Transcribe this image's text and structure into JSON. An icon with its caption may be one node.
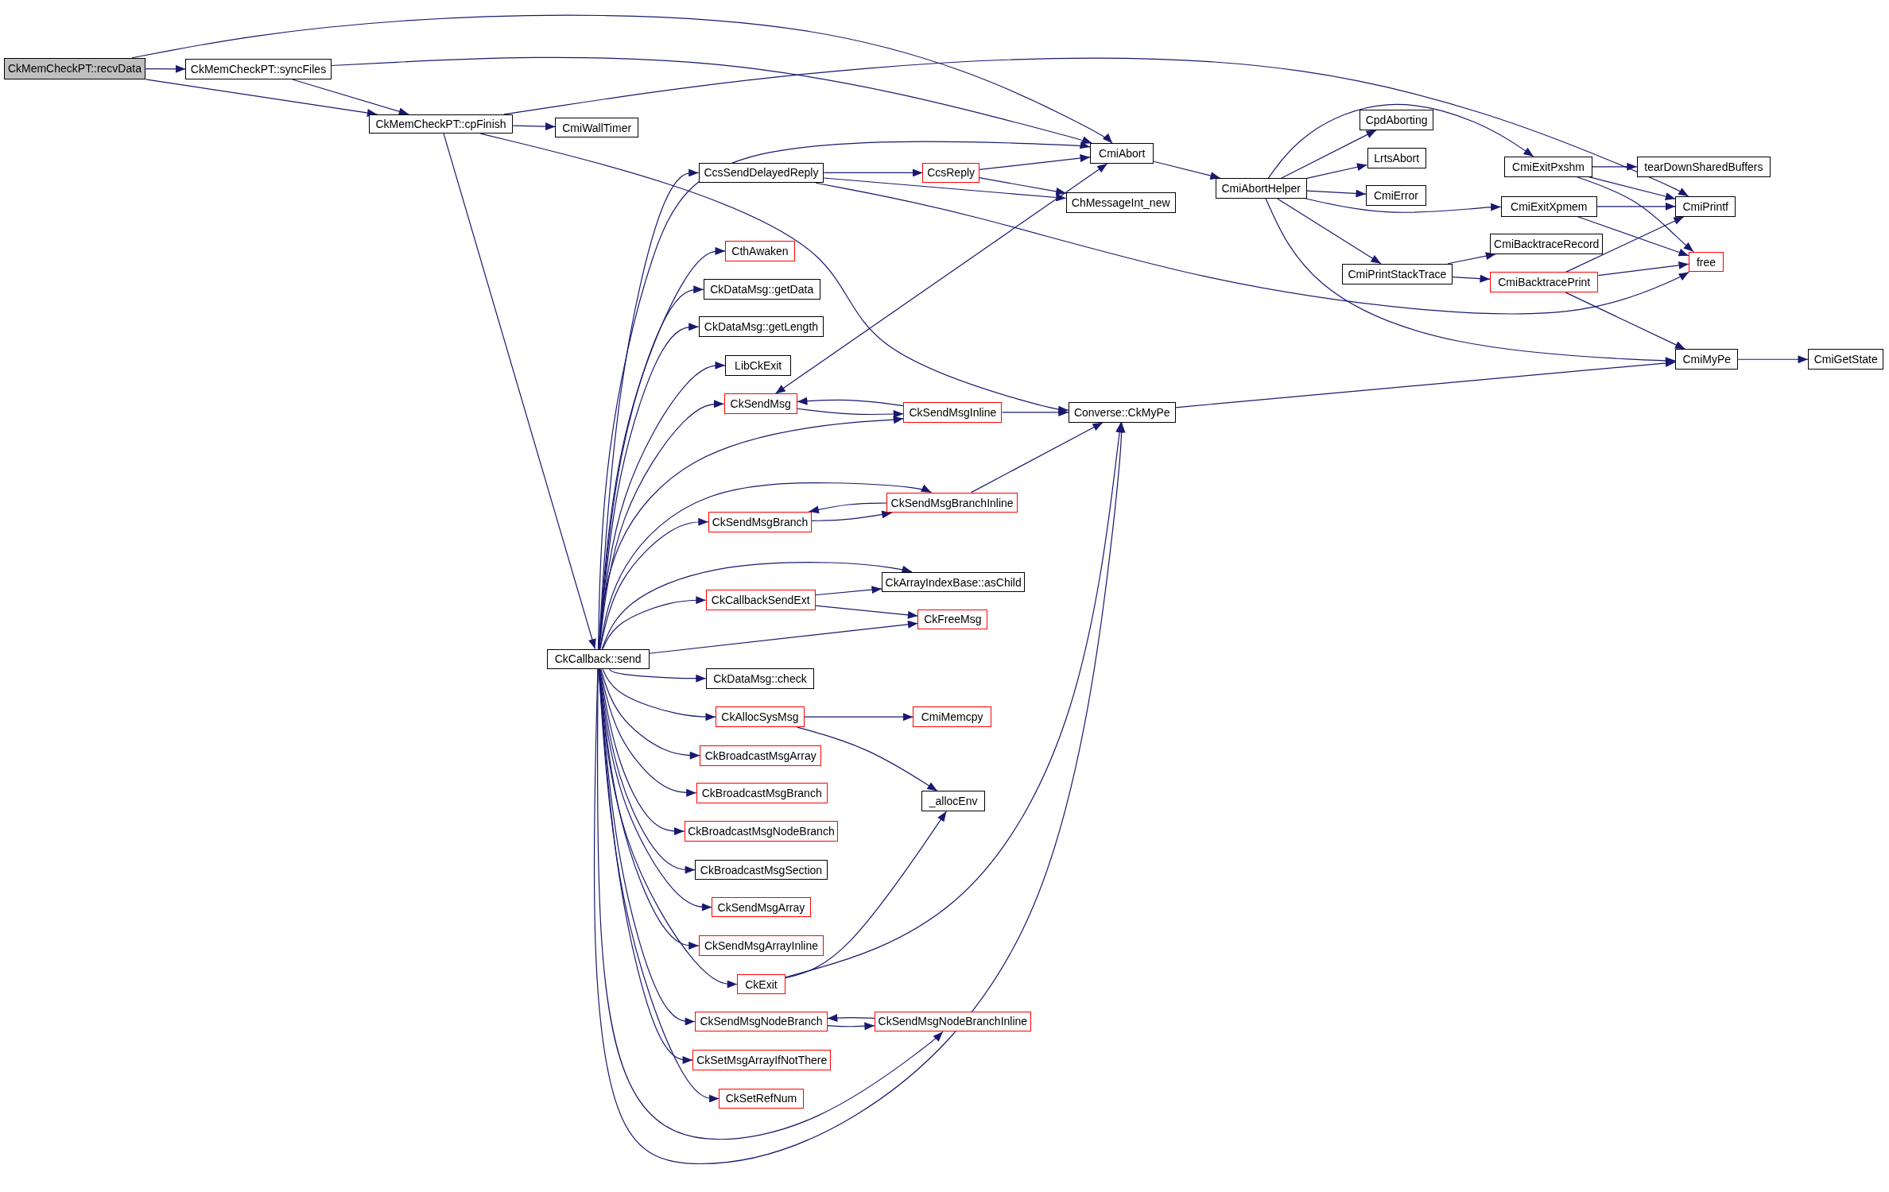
{
  "diagram": {
    "nodes": [
      {
        "text": [
          "CkMemCheckPT::recvData"
        ]
      },
      {
        "text": [
          "CkMemCheckPT::syncFiles"
        ]
      },
      {
        "text": [
          "CkMemCheckPT::cpFinish"
        ]
      },
      {
        "text": [
          "CmiWallTimer"
        ]
      },
      {
        "text": [
          "CmiAbort"
        ]
      },
      {
        "text": [
          "CcsSendDelayedReply"
        ]
      },
      {
        "text": [
          "CcsReply"
        ]
      },
      {
        "text": [
          "ChMessageInt_new"
        ]
      },
      {
        "text": [
          "CmiAbortHelper"
        ]
      },
      {
        "text": [
          "CpdAborting"
        ]
      },
      {
        "text": [
          "LrtsAbort"
        ]
      },
      {
        "text": [
          "CmiError"
        ]
      },
      {
        "text": [
          "CmiExitPxshm"
        ]
      },
      {
        "text": [
          "tearDownSharedBuffers"
        ]
      },
      {
        "text": [
          "CmiExitXpmem"
        ]
      },
      {
        "text": [
          "CmiPrintf"
        ]
      },
      {
        "text": [
          "free"
        ]
      },
      {
        "text": [
          "CmiPrintStackTrace"
        ]
      },
      {
        "text": [
          "CmiBacktraceRecord"
        ]
      },
      {
        "text": [
          "CmiBacktracePrint"
        ]
      },
      {
        "text": [
          "CmiMyPe"
        ]
      },
      {
        "text": [
          "CmiGetState"
        ]
      },
      {
        "text": [
          "CthAwaken"
        ]
      },
      {
        "text": [
          "CkDataMsg::getData"
        ]
      },
      {
        "text": [
          "CkDataMsg::getLength"
        ]
      },
      {
        "text": [
          "LibCkExit"
        ]
      },
      {
        "text": [
          "CkSendMsg"
        ]
      },
      {
        "text": [
          "CkSendMsgInline"
        ]
      },
      {
        "text": [
          "Converse::CkMyPe"
        ]
      },
      {
        "text": [
          "CkSendMsgBranchInline"
        ]
      },
      {
        "text": [
          "CkSendMsgBranch"
        ]
      },
      {
        "text": [
          "CkArrayIndexBase::asChild"
        ]
      },
      {
        "text": [
          "CkCallbackSendExt"
        ]
      },
      {
        "text": [
          "CkFreeMsg"
        ]
      },
      {
        "text": [
          "CkCallback::send"
        ]
      },
      {
        "text": [
          "CkDataMsg::check"
        ]
      },
      {
        "text": [
          "CkAllocSysMsg"
        ]
      },
      {
        "text": [
          "CmiMemcpy"
        ]
      },
      {
        "text": [
          "CkBroadcastMsgArray"
        ]
      },
      {
        "text": [
          "CkBroadcastMsgBranch"
        ]
      },
      {
        "text": [
          "_allocEnv"
        ]
      },
      {
        "text": [
          "CkBroadcastMsgNodeBranch"
        ]
      },
      {
        "text": [
          "CkBroadcastMsgSection"
        ]
      },
      {
        "text": [
          "CkSendMsgArray"
        ]
      },
      {
        "text": [
          "CkSendMsgArrayInline"
        ]
      },
      {
        "text": [
          "CkExit"
        ]
      },
      {
        "text": [
          "CkSendMsgNodeBranch"
        ]
      },
      {
        "text": [
          "CkSendMsgNodeBranchInline"
        ]
      },
      {
        "text": [
          "CkSetMsgArrayIfNotThere"
        ]
      },
      {
        "text": [
          "CkSetRefNum"
        ]
      }
    ],
    "edges": [
      {
        "from": 0,
        "to": 1,
        "arrow": "to"
      },
      {
        "from": 0,
        "to": 2,
        "arrow": "to"
      },
      {
        "from": 0,
        "to": 4,
        "arrow": "to"
      },
      {
        "from": 1,
        "to": 2,
        "arrow": "to"
      },
      {
        "from": 1,
        "to": 4,
        "arrow": "to"
      },
      {
        "from": 2,
        "to": 3,
        "arrow": "to"
      },
      {
        "from": 2,
        "to": 15,
        "arrow": "to"
      },
      {
        "from": 2,
        "to": 34,
        "arrow": "to"
      },
      {
        "from": 2,
        "to": 28,
        "arrow": "to"
      },
      {
        "from": 34,
        "to": 4,
        "arrow": "to"
      },
      {
        "from": 34,
        "to": 5,
        "arrow": "to"
      },
      {
        "from": 34,
        "to": 22,
        "arrow": "to"
      },
      {
        "from": 34,
        "to": 23,
        "arrow": "to"
      },
      {
        "from": 34,
        "to": 24,
        "arrow": "to"
      },
      {
        "from": 34,
        "to": 25,
        "arrow": "to"
      },
      {
        "from": 34,
        "to": 26,
        "arrow": "to"
      },
      {
        "from": 34,
        "to": 27,
        "arrow": "to"
      },
      {
        "from": 34,
        "to": 30,
        "arrow": "to"
      },
      {
        "from": 34,
        "to": 29,
        "arrow": "to"
      },
      {
        "from": 34,
        "to": 32,
        "arrow": "to"
      },
      {
        "from": 34,
        "to": 31,
        "arrow": "to"
      },
      {
        "from": 34,
        "to": 33,
        "arrow": "to"
      },
      {
        "from": 34,
        "to": 35,
        "arrow": "to"
      },
      {
        "from": 34,
        "to": 36,
        "arrow": "to"
      },
      {
        "from": 34,
        "to": 38,
        "arrow": "to"
      },
      {
        "from": 34,
        "to": 39,
        "arrow": "to"
      },
      {
        "from": 34,
        "to": 41,
        "arrow": "to"
      },
      {
        "from": 34,
        "to": 42,
        "arrow": "to"
      },
      {
        "from": 34,
        "to": 43,
        "arrow": "to"
      },
      {
        "from": 34,
        "to": 44,
        "arrow": "to"
      },
      {
        "from": 34,
        "to": 45,
        "arrow": "to"
      },
      {
        "from": 34,
        "to": 46,
        "arrow": "to"
      },
      {
        "from": 34,
        "to": 48,
        "arrow": "to"
      },
      {
        "from": 34,
        "to": 49,
        "arrow": "to"
      },
      {
        "from": 34,
        "to": 47,
        "arrow": "to"
      },
      {
        "from": 34,
        "to": 28,
        "arrow": "to"
      },
      {
        "from": 5,
        "to": 6,
        "arrow": "to"
      },
      {
        "from": 5,
        "to": 7,
        "arrow": "to"
      },
      {
        "from": 5,
        "to": 16,
        "arrow": "to"
      },
      {
        "from": 6,
        "to": 4,
        "arrow": "to"
      },
      {
        "from": 6,
        "to": 7,
        "arrow": "to"
      },
      {
        "from": 4,
        "to": 8,
        "arrow": "to"
      },
      {
        "from": 8,
        "to": 9,
        "arrow": "to"
      },
      {
        "from": 8,
        "to": 10,
        "arrow": "to"
      },
      {
        "from": 8,
        "to": 11,
        "arrow": "to"
      },
      {
        "from": 8,
        "to": 12,
        "arrow": "to"
      },
      {
        "from": 8,
        "to": 14,
        "arrow": "to"
      },
      {
        "from": 8,
        "to": 17,
        "arrow": "to"
      },
      {
        "from": 8,
        "to": 20,
        "arrow": "to"
      },
      {
        "from": 12,
        "to": 13,
        "arrow": "to"
      },
      {
        "from": 12,
        "to": 15,
        "arrow": "to"
      },
      {
        "from": 12,
        "to": 16,
        "arrow": "to"
      },
      {
        "from": 14,
        "to": 15,
        "arrow": "to"
      },
      {
        "from": 14,
        "to": 16,
        "arrow": "to"
      },
      {
        "from": 17,
        "to": 18,
        "arrow": "to"
      },
      {
        "from": 17,
        "to": 19,
        "arrow": "to"
      },
      {
        "from": 19,
        "to": 15,
        "arrow": "to"
      },
      {
        "from": 19,
        "to": 16,
        "arrow": "to"
      },
      {
        "from": 19,
        "to": 20,
        "arrow": "to"
      },
      {
        "from": 20,
        "to": 21,
        "arrow": "to"
      },
      {
        "from": 28,
        "to": 20,
        "arrow": "to"
      },
      {
        "from": 26,
        "to": 4,
        "arrow": "both"
      },
      {
        "from": 26,
        "to": 27,
        "arrow": "to"
      },
      {
        "from": 27,
        "to": 26,
        "arrow": "to"
      },
      {
        "from": 27,
        "to": 28,
        "arrow": "to"
      },
      {
        "from": 29,
        "to": 30,
        "arrow": "to"
      },
      {
        "from": 30,
        "to": 29,
        "arrow": "to"
      },
      {
        "from": 29,
        "to": 28,
        "arrow": "to"
      },
      {
        "from": 32,
        "to": 31,
        "arrow": "to"
      },
      {
        "from": 32,
        "to": 33,
        "arrow": "to"
      },
      {
        "from": 36,
        "to": 37,
        "arrow": "to"
      },
      {
        "from": 36,
        "to": 40,
        "arrow": "to"
      },
      {
        "from": 45,
        "to": 40,
        "arrow": "to"
      },
      {
        "from": 45,
        "to": 28,
        "arrow": "to"
      },
      {
        "from": 46,
        "to": 47,
        "arrow": "to"
      },
      {
        "from": 47,
        "to": 46,
        "arrow": "to"
      }
    ]
  }
}
